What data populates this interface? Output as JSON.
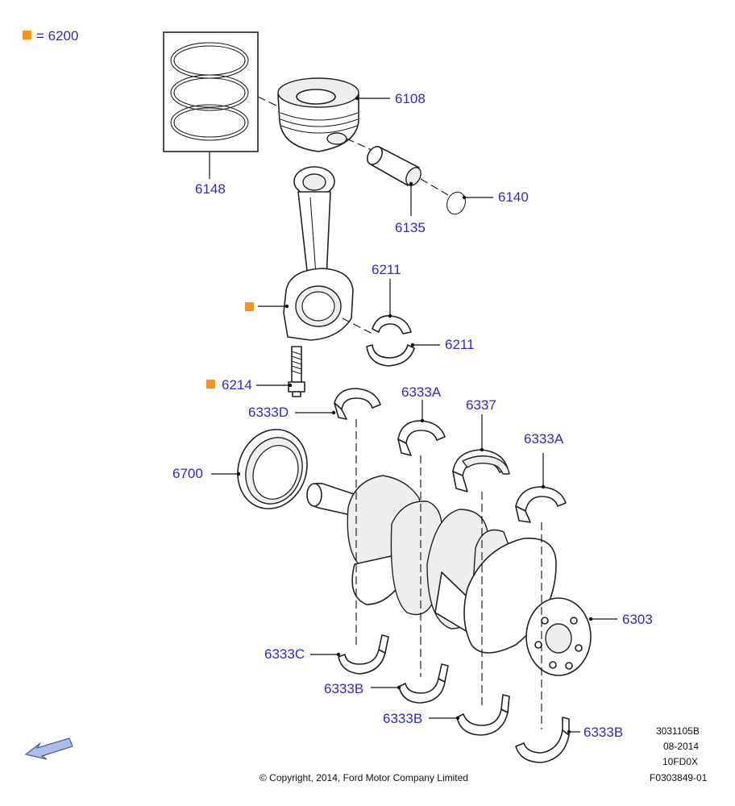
{
  "legend": {
    "equals_text": "= 6200",
    "marker_color": "#f7941d"
  },
  "callouts": {
    "c6108": "6108",
    "c6148": "6148",
    "c6140": "6140",
    "c6135": "6135",
    "c6211_top": "6211",
    "c6211_right": "6211",
    "c6214": "6214",
    "c6333d": "6333D",
    "c6333a_left": "6333A",
    "c6337": "6337",
    "c6333a_right": "6333A",
    "c6700": "6700",
    "c6303": "6303",
    "c6333c": "6333C",
    "c6333b_1": "6333B",
    "c6333b_2": "6333B",
    "c6333b_3": "6333B"
  },
  "footer": {
    "copyright": "© Copyright, 2014, Ford Motor Company Limited",
    "code1": "3031105B",
    "code2": "08-2014",
    "code3": "10FD0X",
    "code4": "F0303849-01"
  },
  "colors": {
    "callout_text": "#2a2ad0",
    "marker": "#f7941d",
    "arrow_fill": "#a9bde8"
  },
  "icons": {
    "view-direction": "arrow-icon"
  }
}
